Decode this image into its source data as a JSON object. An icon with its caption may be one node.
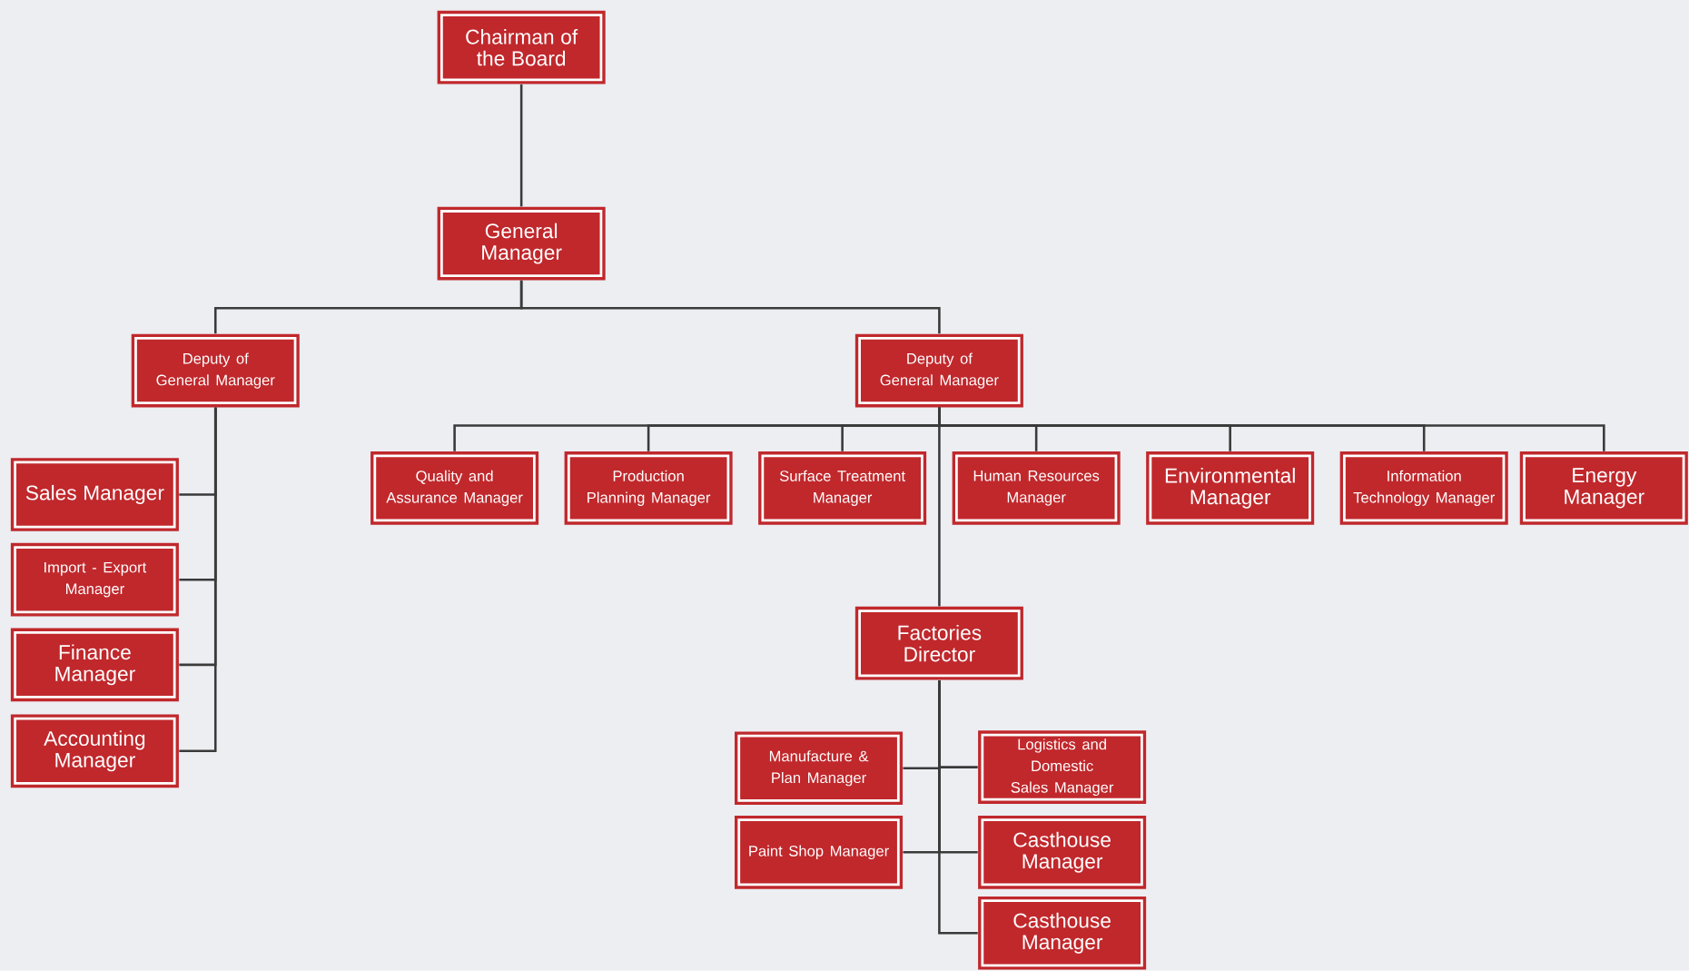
{
  "diagram": {
    "nodes": [
      {
        "text": [
          "Chairman of the Board"
        ]
      },
      {
        "text": [
          "General Manager"
        ]
      },
      {
        "text": [
          "Deputy of General Manager"
        ]
      },
      {
        "text": [
          "Deputy of General Manager"
        ]
      },
      {
        "text": [
          "Quality and Assurance Manager"
        ]
      },
      {
        "text": [
          "Production Planning Manager"
        ]
      },
      {
        "text": [
          "Surface Treatment Manager"
        ]
      },
      {
        "text": [
          "Human Resources Manager"
        ]
      },
      {
        "text": [
          "Environmental Manager"
        ]
      },
      {
        "text": [
          "Information Technology Manager"
        ]
      },
      {
        "text": [
          "Energy Manager"
        ]
      },
      {
        "text": [
          "Sales Manager"
        ]
      },
      {
        "text": [
          "Import - Export Manager"
        ]
      },
      {
        "text": [
          "Finance Manager"
        ]
      },
      {
        "text": [
          "Accounting Manager"
        ]
      },
      {
        "text": [
          "Factories Director"
        ]
      },
      {
        "text": [
          "Manufacture & Plan Manager"
        ]
      },
      {
        "text": [
          "Logistics and Domestic Sales Manager"
        ]
      },
      {
        "text": [
          "Paint Shop Manager"
        ]
      },
      {
        "text": [
          "Casthouse Manager"
        ]
      },
      {
        "text": [
          "Casthouse Manager"
        ]
      }
    ],
    "edges": [
      {
        "from": 0,
        "to": 1,
        "arrow": "none"
      },
      {
        "from": 1,
        "to": 2,
        "arrow": "none"
      },
      {
        "from": 1,
        "to": 3,
        "arrow": "none"
      },
      {
        "from": 3,
        "to": 4,
        "arrow": "none"
      },
      {
        "from": 3,
        "to": 5,
        "arrow": "none"
      },
      {
        "from": 3,
        "to": 6,
        "arrow": "none"
      },
      {
        "from": 3,
        "to": 7,
        "arrow": "none"
      },
      {
        "from": 3,
        "to": 8,
        "arrow": "none"
      },
      {
        "from": 3,
        "to": 9,
        "arrow": "none"
      },
      {
        "from": 3,
        "to": 10,
        "arrow": "none"
      },
      {
        "from": 3,
        "to": 15,
        "arrow": "none"
      },
      {
        "from": 2,
        "to": 11,
        "arrow": "none"
      },
      {
        "from": 2,
        "to": 12,
        "arrow": "none"
      },
      {
        "from": 2,
        "to": 13,
        "arrow": "none"
      },
      {
        "from": 2,
        "to": 14,
        "arrow": "none"
      },
      {
        "from": 15,
        "to": 16,
        "arrow": "none"
      },
      {
        "from": 15,
        "to": 17,
        "arrow": "none"
      },
      {
        "from": 15,
        "to": 18,
        "arrow": "none"
      },
      {
        "from": 15,
        "to": 19,
        "arrow": "none"
      },
      {
        "from": 15,
        "to": 20,
        "arrow": "none"
      }
    ]
  }
}
